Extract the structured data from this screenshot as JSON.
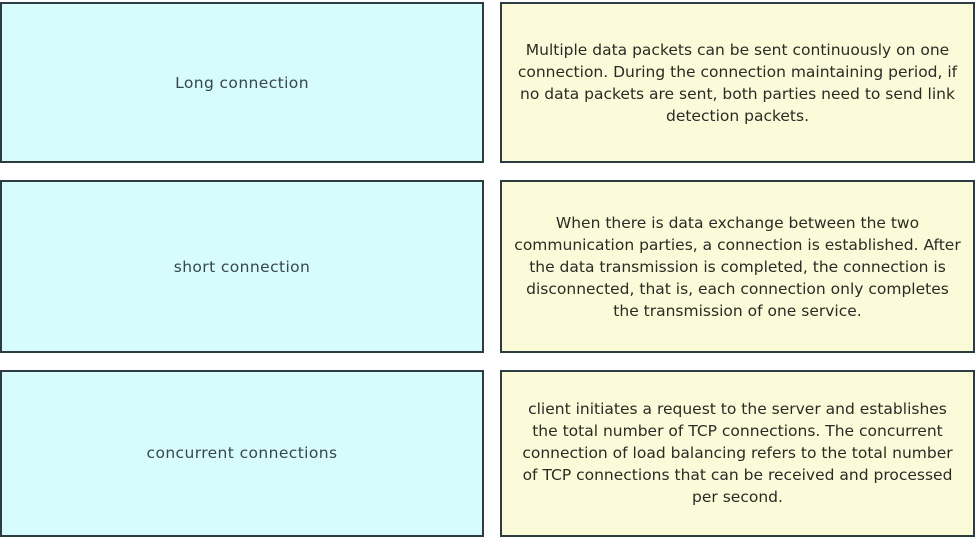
{
  "table": {
    "colors": {
      "term_fill": "#d6fcfc",
      "desc_fill": "#fbfbd9",
      "border": "#2e3b40",
      "term_text": "#37474f",
      "desc_text": "#2b2b26",
      "page_background": "#ffffff"
    },
    "rows": [
      {
        "term": "Long connection",
        "description": "Multiple data packets can be sent continuously on one connection. During the connection maintaining period, if no data packets are sent, both parties need to send link detection packets."
      },
      {
        "term": "short connection",
        "description": "When there is data exchange between the two communication parties, a connection is established. After the data transmission is completed, the connection is disconnected, that is, each connection only completes the transmission of one service."
      },
      {
        "term": "concurrent connections",
        "description": "client initiates a request to the server and establishes the total number of TCP connections. The concurrent connection of load balancing refers to the total number of TCP connections that can be received and processed per second."
      }
    ]
  }
}
